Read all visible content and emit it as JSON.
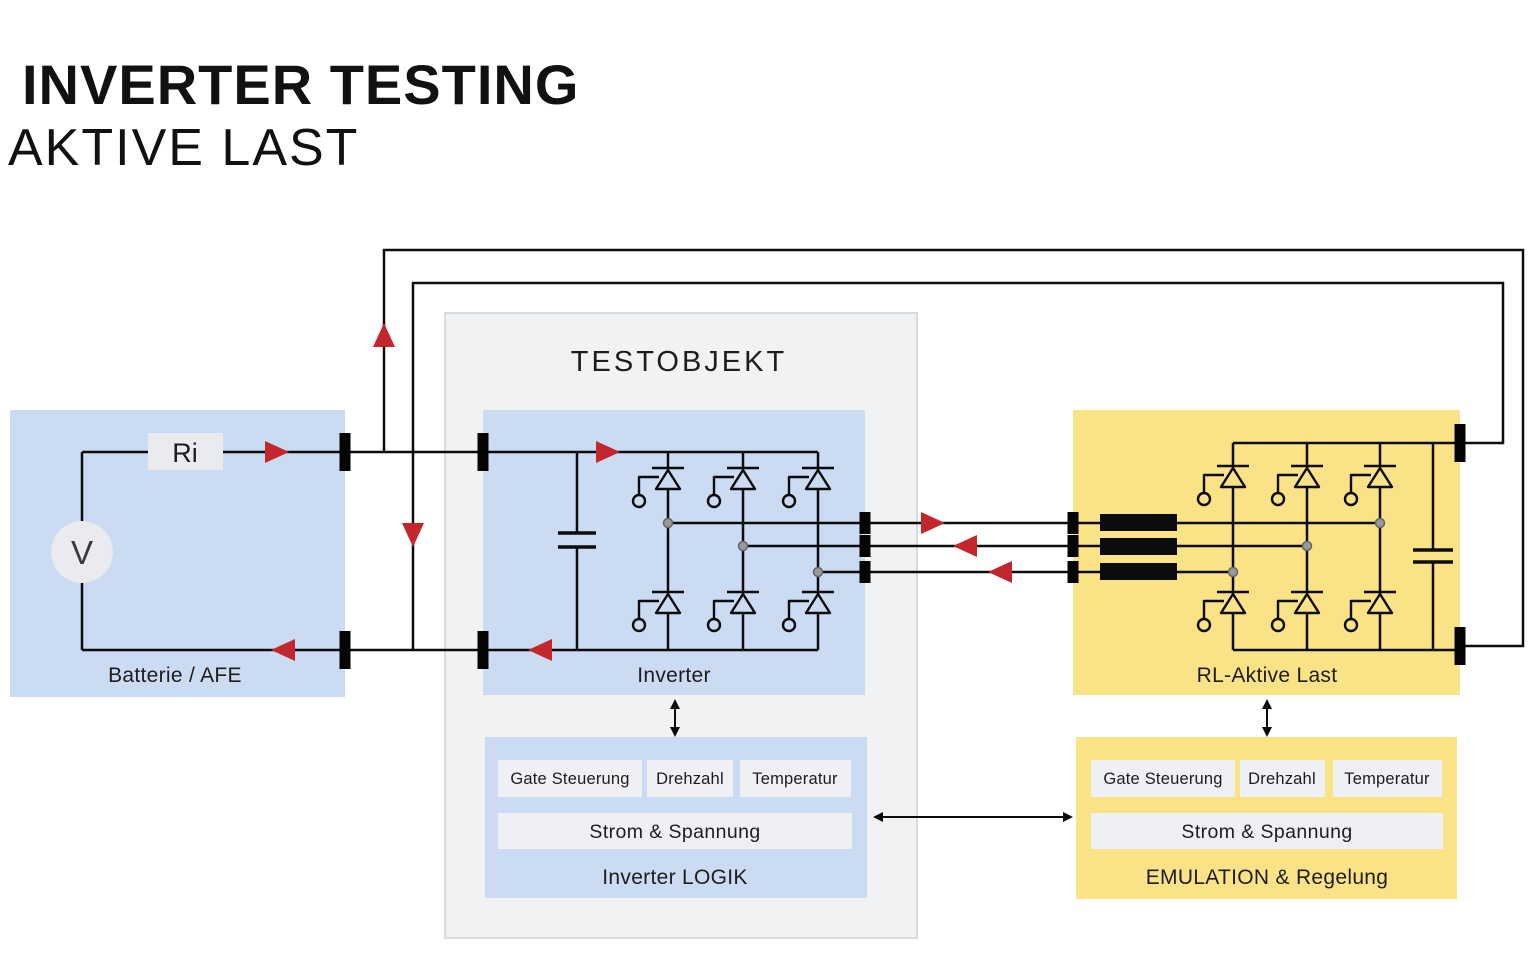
{
  "title": {
    "line1": "INVERTER TESTING",
    "line2": "AKTIVE LAST"
  },
  "battery": {
    "label": "Batterie / AFE",
    "resistor": "Ri",
    "source": "V"
  },
  "testobjekt": {
    "label": "TESTOBJEKT"
  },
  "inverter": {
    "label": "Inverter"
  },
  "inverter_logic": {
    "label": "Inverter LOGIK",
    "modules": [
      "Gate Steuerung",
      "Drehzahl",
      "Temperatur"
    ],
    "wide_module": "Strom & Spannung"
  },
  "rl_load": {
    "label": "RL-Aktive Last"
  },
  "emulation": {
    "label": "EMULATION & Regelung",
    "modules": [
      "Gate Steuerung",
      "Drehzahl",
      "Temperatur"
    ],
    "wide_module": "Strom & Spannung"
  },
  "colors": {
    "blue": "#cbdbf2",
    "yellow": "#fae287",
    "gray": "#f1f2f4",
    "grayBorder": "#d8dbe0",
    "moduleBg": "#eef0f3",
    "srcBg": "#e9ebee",
    "wire": "#0c0c0c",
    "red": "#c1272d",
    "text": "#1d1d1d"
  },
  "icons": {
    "igbt-switch-icon": "gated triangle semiconductor symbol",
    "capacitor-icon": "two parallel plates",
    "inductor-icon": "solid black bar",
    "terminal-bar-icon": "black connector bar",
    "flow-arrow-icon": "solid red triangle",
    "junction-dot-icon": "gray node dot",
    "signal-arrow-icon": "thin double-headed arrow"
  }
}
